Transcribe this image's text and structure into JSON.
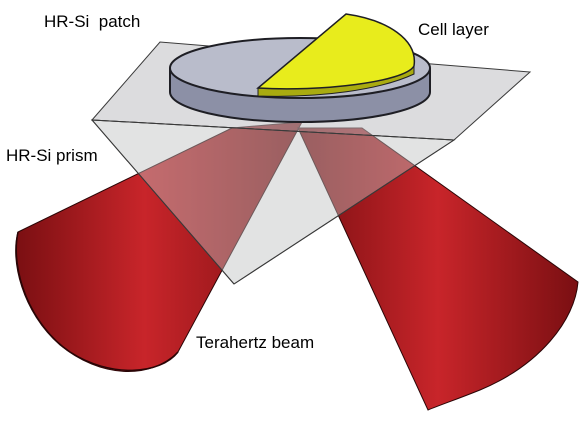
{
  "labels": {
    "hr_si_patch": "HR-Si  patch",
    "cell_layer": "Cell layer",
    "hr_si_prism": "HR-Si prism",
    "terahertz_beam": "Terahertz beam"
  },
  "colors": {
    "beam_light": "#c8252a",
    "beam_dark": "#7a0f12",
    "beam_outline": "#2a0506",
    "prism_fill": "#bfc0c2",
    "prism_outline": "#3a3a3a",
    "patch_top": "#b9bccb",
    "patch_side": "#8c90a6",
    "patch_outline": "#1e1e24",
    "cell_fill": "#e8ec1c",
    "cell_side": "#a9ab10"
  }
}
